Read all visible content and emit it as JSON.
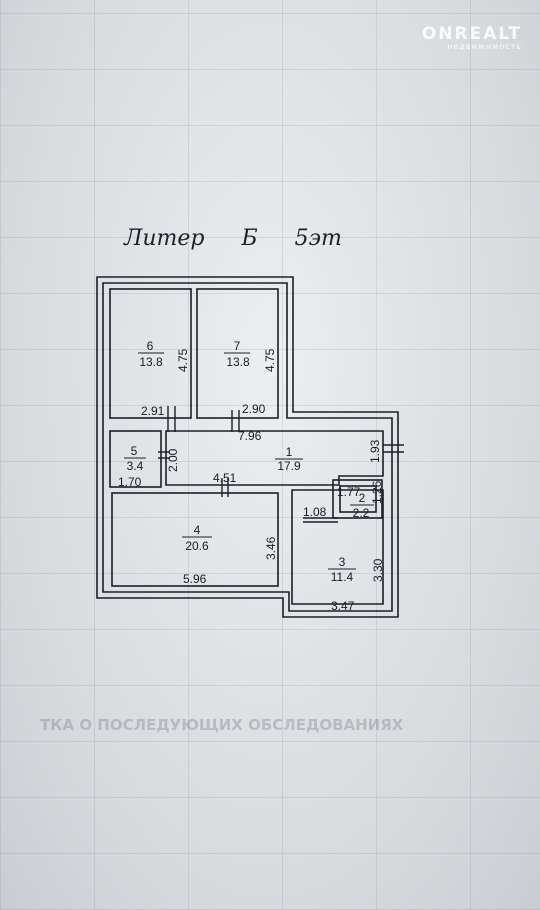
{
  "watermark": {
    "brand": "ONREALT",
    "sub": "недвижимость"
  },
  "title": {
    "liter": "Литер Б",
    "floor": "5эт"
  },
  "ghost_text": {
    "heading": "ТКА О ПОСЛЕДУЮЩИХ ОБСЛЕДОВАНИЯХ"
  },
  "rooms": [
    {
      "id": "6",
      "area": "13.8"
    },
    {
      "id": "7",
      "area": "13.8"
    },
    {
      "id": "5",
      "area": "3.4"
    },
    {
      "id": "1",
      "area": "17.9"
    },
    {
      "id": "2",
      "area": "2.2"
    },
    {
      "id": "4",
      "area": "20.6"
    },
    {
      "id": "3",
      "area": "11.4"
    }
  ],
  "dimensions": {
    "r6_h": "4.75",
    "r7_h": "4.75",
    "r6_w": "2.91",
    "r7_w": "2.90",
    "corridor_w": "7.96",
    "r1_h": "1.93",
    "r5_h": "2.00",
    "r5_w": "1.70",
    "wall_451": "4.51",
    "r2_w": "1.77",
    "r2_h": "1.26",
    "r2_d": "1.08",
    "r4_h": "3.46",
    "r4_w": "5.96",
    "r3_h": "3.30",
    "r3_w": "3.47"
  }
}
